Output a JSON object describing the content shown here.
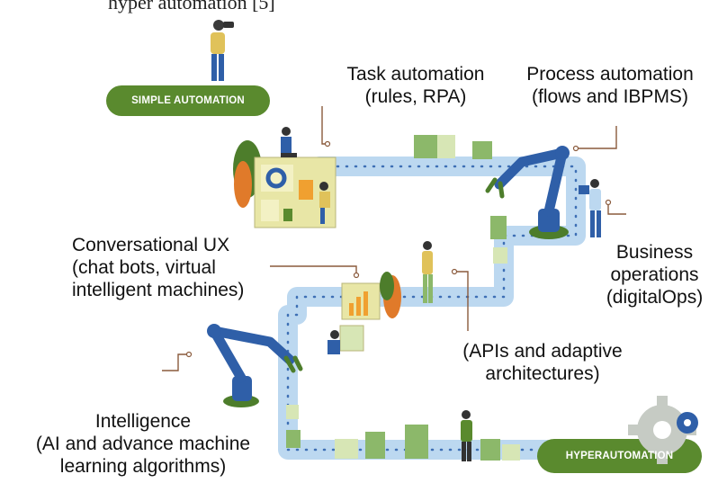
{
  "header_fragment": "hyper automation [5]",
  "badges": {
    "simple": "SIMPLE AUTOMATION",
    "hyper": "HYPERAUTOMATION"
  },
  "labels": {
    "task": [
      "Task automation",
      "(rules, RPA)"
    ],
    "process": [
      "Process automation",
      "(flows and IBPMS)"
    ],
    "conversational": [
      "Conversational UX",
      "(chat bots, virtual",
      "intelligent machines)"
    ],
    "business": [
      "Business",
      "operations",
      "(digitalOps)"
    ],
    "apis": [
      "(APIs and adaptive",
      "architectures)"
    ],
    "intelligence": [
      "Intelligence",
      "(AI and advance machine",
      "learning algorithms)"
    ]
  },
  "colors": {
    "badge_green": "#5a8a2e",
    "belt_blue": "#bcd8f0",
    "belt_dot": "#3e6fb5",
    "robot_blue": "#2f5fa8",
    "box_green": "#8cb86a",
    "box_light": "#d7e6b5",
    "gear_gray": "#c6cbc4"
  }
}
